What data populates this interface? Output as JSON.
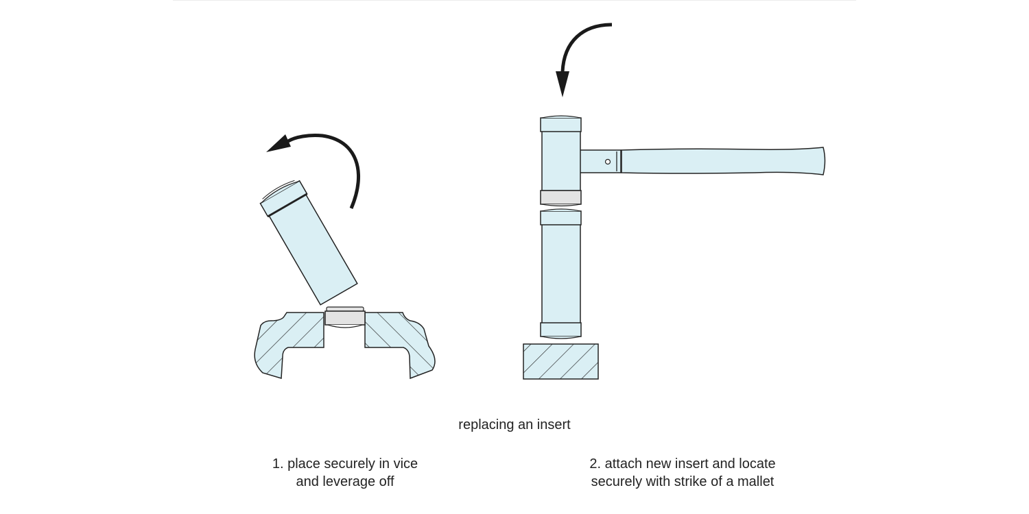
{
  "diagram": {
    "title": "replacing an insert",
    "steps": [
      {
        "number": "1.",
        "line1": "1. place securely in vice",
        "line2": "and leverage off"
      },
      {
        "number": "2.",
        "line1": "2. attach new insert and locate",
        "line2": "securely with strike of a mallet"
      }
    ]
  },
  "colors": {
    "body_fill": "#daeff4",
    "insert_fill": "#e3e3e3",
    "stroke": "#222222",
    "arrow": "#1a1a1a"
  },
  "icons": {
    "step1_arrow": "counter-clockwise-arrow",
    "step2_arrow": "downward-curved-arrow"
  }
}
